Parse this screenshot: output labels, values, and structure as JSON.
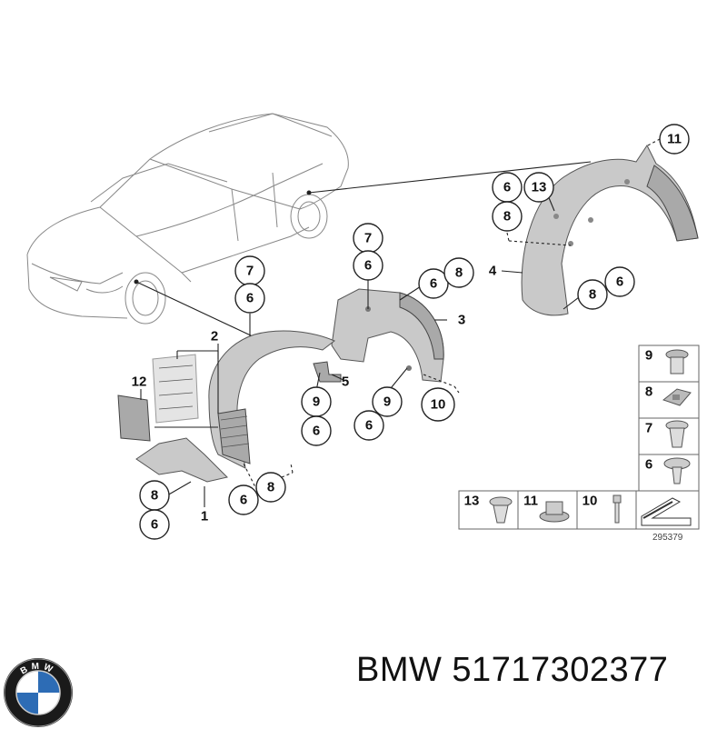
{
  "diagram": {
    "callouts": [
      {
        "id": "c11",
        "label": "11"
      },
      {
        "id": "c6a",
        "label": "6"
      },
      {
        "id": "c13a",
        "label": "13"
      },
      {
        "id": "c8a",
        "label": "8"
      },
      {
        "id": "c4",
        "label": "4"
      },
      {
        "id": "c8b",
        "label": "8"
      },
      {
        "id": "c6b",
        "label": "6"
      },
      {
        "id": "c7a",
        "label": "7"
      },
      {
        "id": "c6c",
        "label": "6"
      },
      {
        "id": "c6d",
        "label": "6"
      },
      {
        "id": "c8c",
        "label": "8"
      },
      {
        "id": "c3",
        "label": "3"
      },
      {
        "id": "c7b",
        "label": "7"
      },
      {
        "id": "c6e",
        "label": "6"
      },
      {
        "id": "c2",
        "label": "2"
      },
      {
        "id": "c12",
        "label": "12"
      },
      {
        "id": "c5",
        "label": "5"
      },
      {
        "id": "c9a",
        "label": "9"
      },
      {
        "id": "c9b",
        "label": "9"
      },
      {
        "id": "c10",
        "label": "10"
      },
      {
        "id": "c6f",
        "label": "6"
      },
      {
        "id": "c6g",
        "label": "6"
      },
      {
        "id": "c8d",
        "label": "8"
      },
      {
        "id": "c6h",
        "label": "6"
      },
      {
        "id": "c8e",
        "label": "8"
      },
      {
        "id": "c6i",
        "label": "6"
      },
      {
        "id": "c1",
        "label": "1"
      }
    ],
    "legend": {
      "right_items": [
        "9",
        "8",
        "7",
        "6"
      ],
      "bottom_items": [
        "13",
        "11",
        "10"
      ],
      "reference": "295379"
    }
  },
  "brand": {
    "logo_text": "BMW",
    "caption": "BMW 51717302377"
  }
}
